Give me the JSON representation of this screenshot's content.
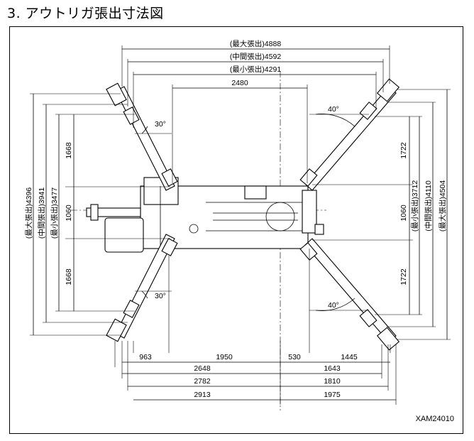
{
  "title": "3. アウトリガ張出寸法図",
  "code": "XAM24010",
  "top_dims": {
    "max": "(最大張出)4888",
    "mid": "(中間張出)4592",
    "min": "(最小張出)4291",
    "inner": "2480"
  },
  "left_dims": {
    "max": "(最大張出)4396",
    "mid": "(中間張出)3941",
    "min": "(最小張出)3477",
    "upper": "1668",
    "center": "1060",
    "lower": "1668"
  },
  "right_dims": {
    "min": "(最小張出)3712",
    "mid": "(中間張出)4110",
    "max": "(最大張出)4504",
    "upper": "1722",
    "center": "1060",
    "lower": "1722"
  },
  "angles": {
    "upper_left": "30°",
    "lower_left": "30°",
    "upper_right": "40°",
    "lower_right": "40°"
  },
  "bottom_dims": {
    "row1": [
      "963",
      "1950",
      "530",
      "1445"
    ],
    "row2": [
      "2648",
      "1643"
    ],
    "row3": [
      "2782",
      "1810"
    ],
    "row4": [
      "2913",
      "1975"
    ]
  }
}
